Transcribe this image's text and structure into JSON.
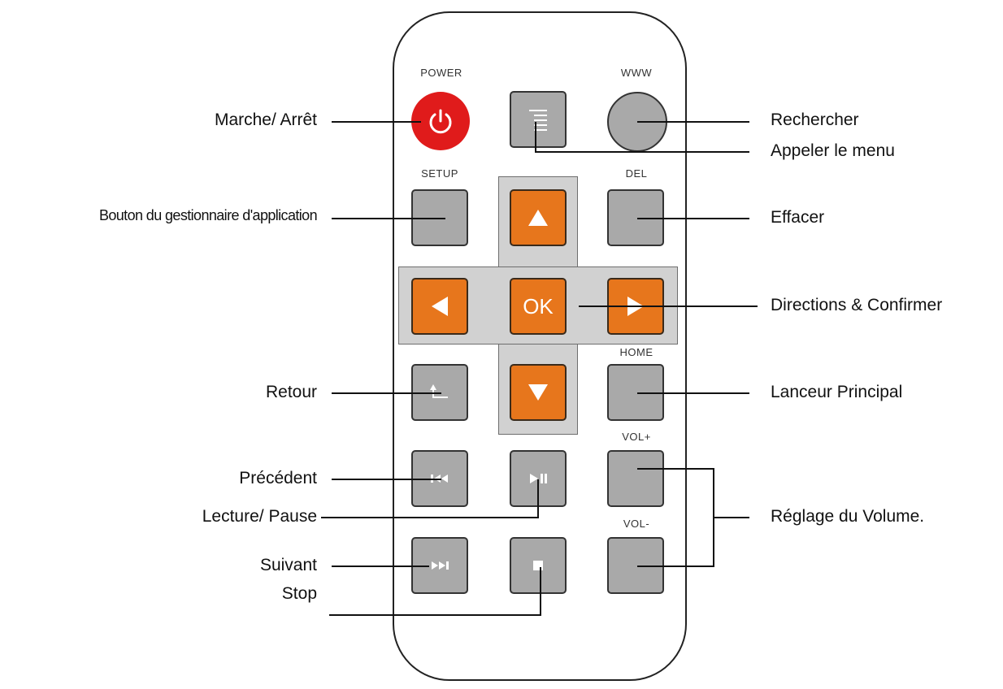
{
  "remote": {
    "labels": {
      "power": "POWER",
      "www": "WWW",
      "setup": "SETUP",
      "del": "DEL",
      "home": "HOME",
      "vol_plus": "VOL+",
      "vol_minus": "VOL-"
    },
    "ok_label": "OK"
  },
  "callouts": {
    "left": {
      "power": "Marche/ Arrêt",
      "setup": "Bouton du gestionnaire d'application",
      "back": "Retour",
      "previous": "Précédent",
      "play_pause": "Lecture/ Pause",
      "next": "Suivant",
      "stop": "Stop"
    },
    "right": {
      "search": "Rechercher",
      "menu": "Appeler le menu",
      "delete": "Effacer",
      "directions": "Directions & Confirmer",
      "home": "Lanceur Principal",
      "volume": "Réglage du Volume."
    }
  },
  "colors": {
    "orange": "#e7761c",
    "power_red": "#e01b1b",
    "gray_button": "#a9a9a9"
  }
}
